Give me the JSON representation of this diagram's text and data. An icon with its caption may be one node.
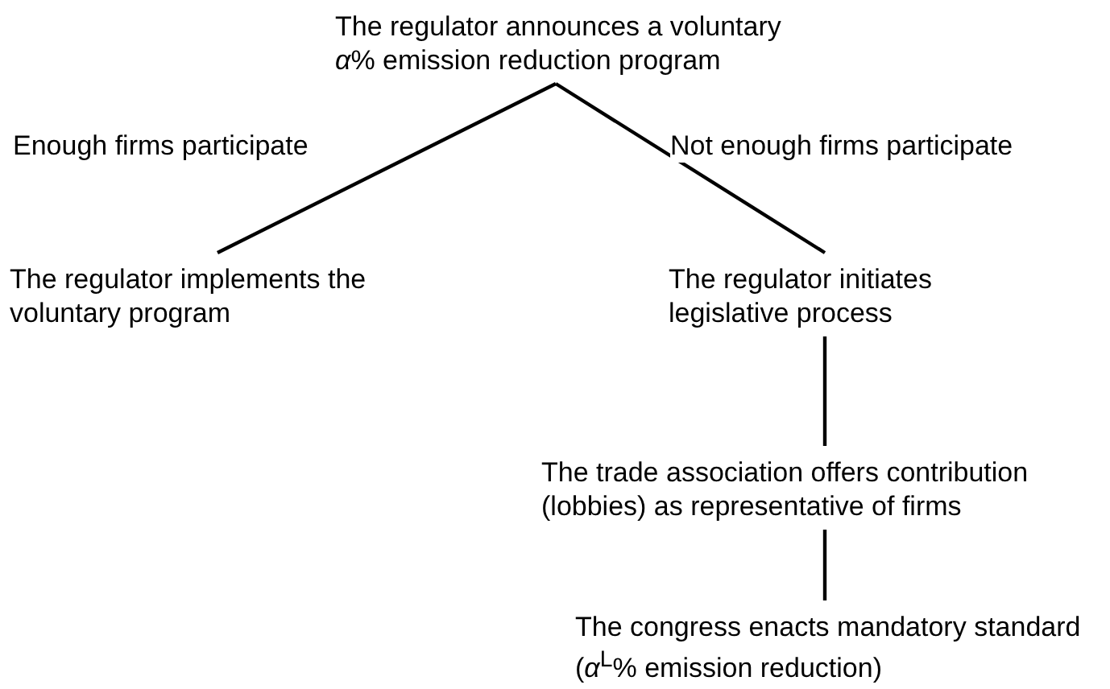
{
  "diagram": {
    "nodes": [
      {
        "text": [
          "The regulator announces a voluntary *α*% emission reduction program"
        ]
      },
      {
        "text": [
          "The regulator implements the voluntary program"
        ]
      },
      {
        "text": [
          "The regulator initiates legislative process"
        ]
      },
      {
        "text": [
          "The trade association offers contribution (lobbies) as representative of firms"
        ]
      },
      {
        "text": [
          "The congress enacts mandatory standard (*α*$^{L}$% emission reduction)"
        ]
      }
    ],
    "edges": [
      {
        "from": 0,
        "to": 1,
        "arrow": "none",
        "label": "Enough firms participate"
      },
      {
        "from": 0,
        "to": 2,
        "arrow": "none",
        "label": "Not enough firms participate"
      },
      {
        "from": 2,
        "to": 3,
        "arrow": "none"
      },
      {
        "from": 3,
        "to": 4,
        "arrow": "none"
      }
    ]
  }
}
